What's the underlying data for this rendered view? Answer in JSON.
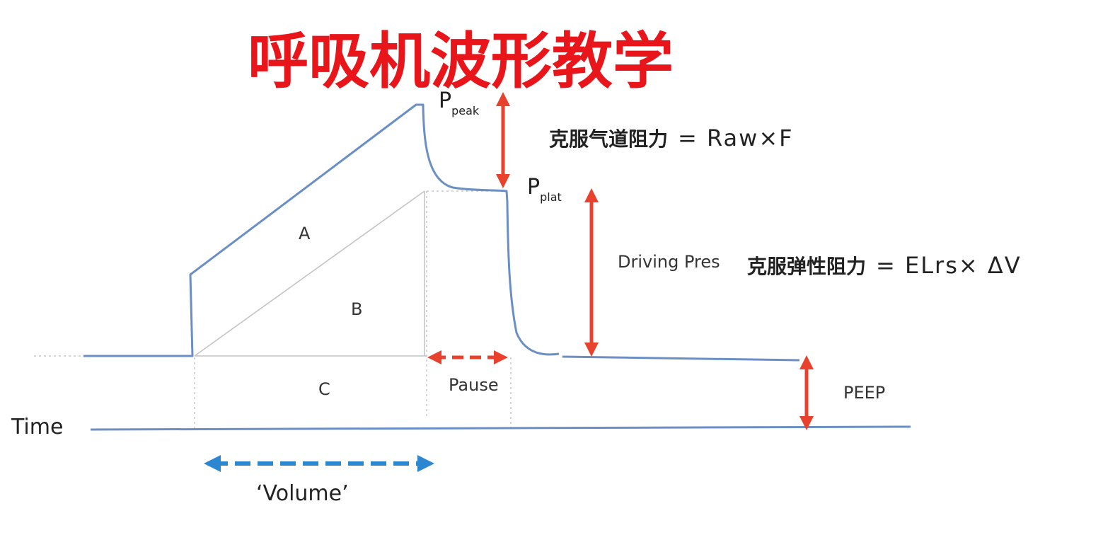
{
  "title": "呼吸机波形教学",
  "labels": {
    "p_peak_main": "P",
    "p_peak_sub": "peak",
    "p_plat_main": "P",
    "p_plat_sub": "plat",
    "region_a": "A",
    "region_b": "B",
    "region_c": "C",
    "pause": "Pause",
    "peep": "PEEP",
    "time": "Time",
    "volume": "‘Volume’",
    "driving_pres": "Driving Pres"
  },
  "formulas": {
    "airway_cn": "克服气道阻力",
    "airway_eq": "= Raw×F",
    "elastic_cn": "克服弹性阻力",
    "elastic_eq": "= ELrs× ΔV"
  },
  "colors": {
    "title": "#e8161b",
    "waveform": "#6b8fc4",
    "red_arrow": "#e8412e",
    "blue_arrow": "#2b87d1",
    "guide": "#c8c8c8"
  }
}
